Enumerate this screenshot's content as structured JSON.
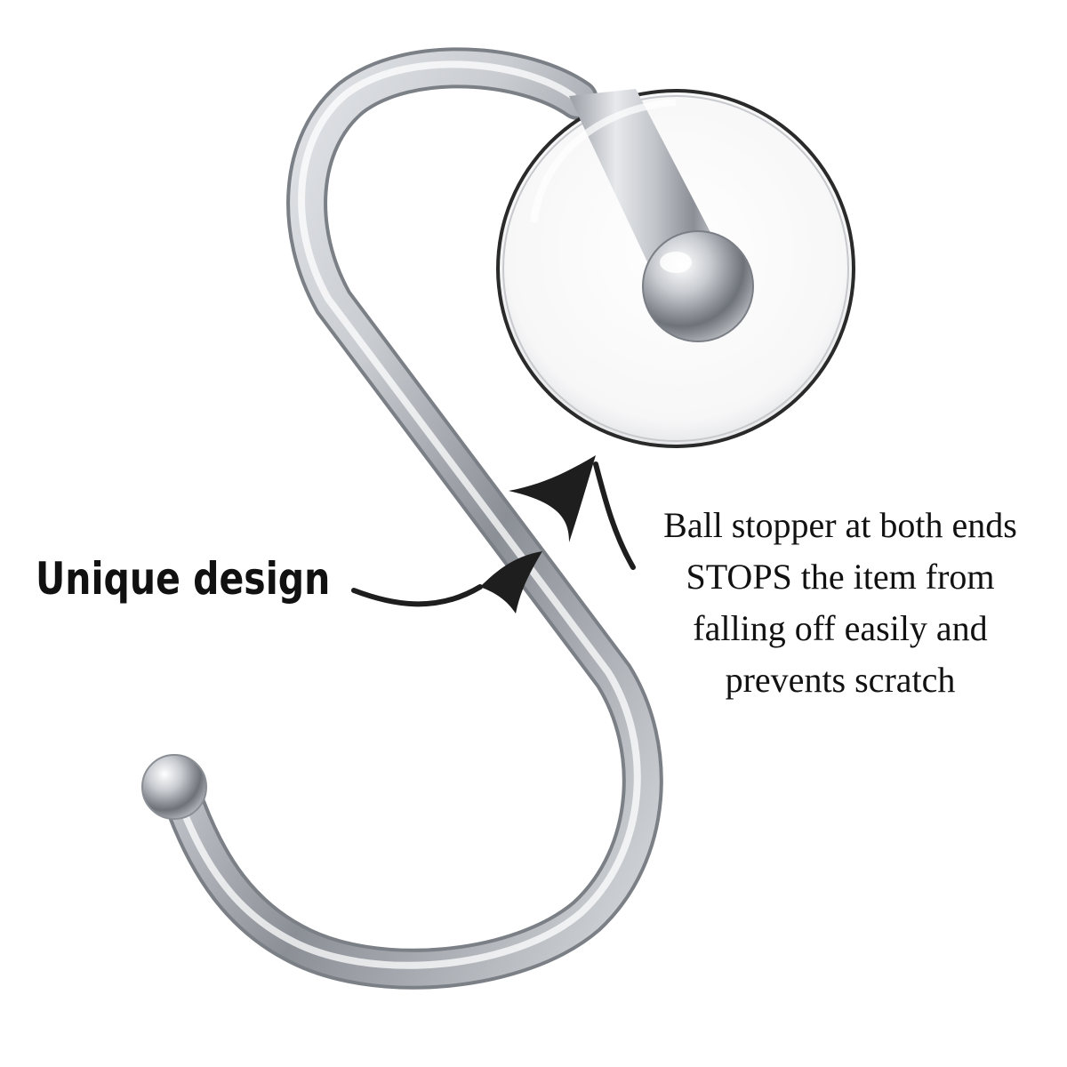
{
  "callouts": {
    "title": "Unique design",
    "description_lines": [
      "Ball stopper at both ends",
      "STOPS the item from",
      "falling off easily and",
      "prevents scratch"
    ]
  },
  "colors": {
    "background": "#ffffff",
    "text": "#111111",
    "metal_light": "#f4f5f7",
    "metal_mid": "#b9bcc2",
    "metal_dark": "#6e7279"
  },
  "icons": {
    "hook": "s-hook-photo",
    "zoom": "magnifier-circle",
    "arrows": "curved-arrow"
  }
}
